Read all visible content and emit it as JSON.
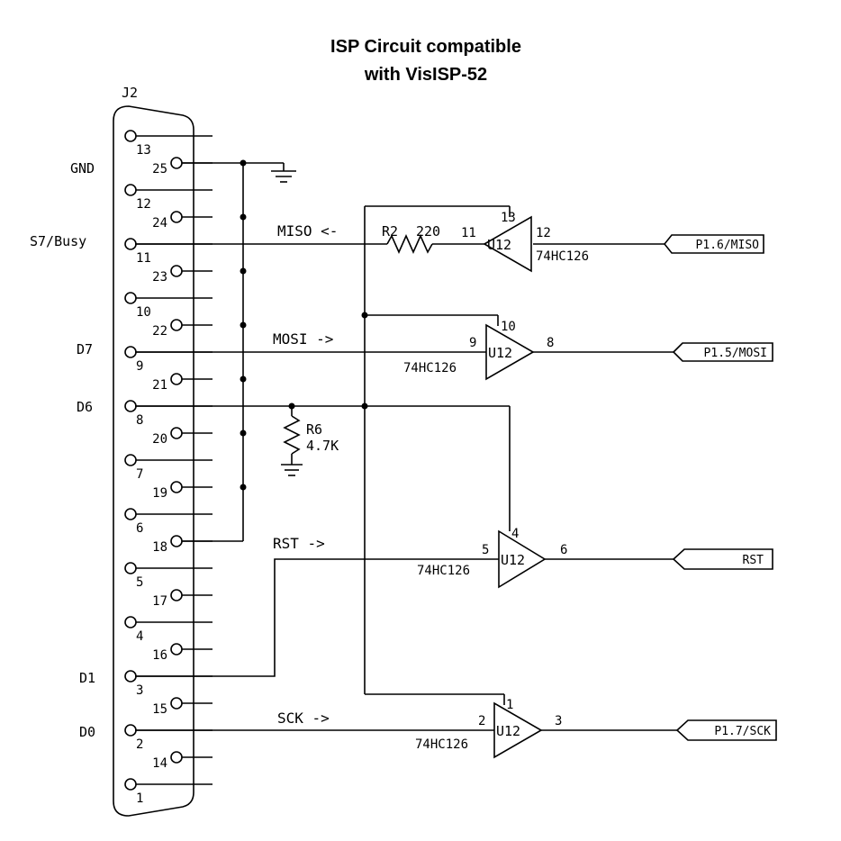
{
  "title": {
    "line1": "ISP Circuit compatible",
    "line2": "with VisISP-52"
  },
  "connector": {
    "ref": "J2",
    "odd_pins": [
      "13",
      "12",
      "11",
      "10",
      "9",
      "8",
      "7",
      "6",
      "5",
      "4",
      "3",
      "2",
      "1"
    ],
    "even_pins": [
      "25",
      "24",
      "23",
      "22",
      "21",
      "20",
      "19",
      "18",
      "17",
      "16",
      "15",
      "14"
    ],
    "signal_labels": {
      "gnd": "GND",
      "busy": "S7/Busy",
      "d7": "D7",
      "d6": "D6",
      "d1": "D1",
      "d0": "D0"
    }
  },
  "nets": {
    "miso": "MISO <-",
    "mosi": "MOSI ->",
    "rst": "RST ->",
    "sck": "SCK ->"
  },
  "resistors": {
    "r2": {
      "ref": "R2",
      "value": "220"
    },
    "r6": {
      "ref": "R6",
      "value": "4.7K"
    }
  },
  "buffers": [
    {
      "ref": "U12",
      "part": "74HC126",
      "in_pin": "11",
      "oe_pin": "13",
      "out_pin": "12"
    },
    {
      "ref": "U12",
      "part": "74HC126",
      "in_pin": "9",
      "oe_pin": "10",
      "out_pin": "8"
    },
    {
      "ref": "U12",
      "part": "74HC126",
      "in_pin": "5",
      "oe_pin": "4",
      "out_pin": "6"
    },
    {
      "ref": "U12",
      "part": "74HC126",
      "in_pin": "2",
      "oe_pin": "1",
      "out_pin": "3"
    }
  ],
  "ports": {
    "miso": "P1.6/MISO",
    "mosi": "P1.5/MOSI",
    "rst": "RST",
    "sck": "P1.7/SCK"
  }
}
